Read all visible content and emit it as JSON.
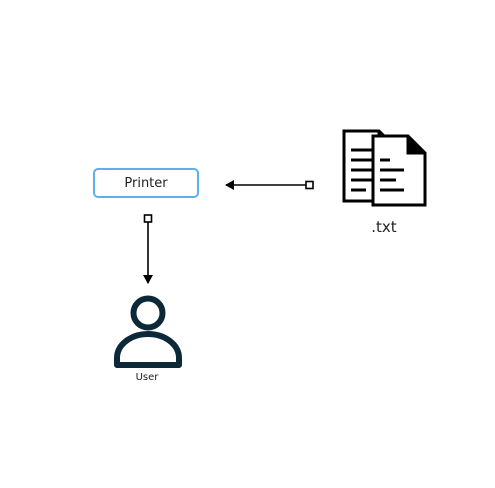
{
  "nodes": {
    "printer": {
      "label": "Printer"
    },
    "text_files": {
      "label": ".txt",
      "icon": "document-files-icon"
    },
    "user": {
      "label": "User",
      "icon": "user-icon"
    }
  },
  "edges": [
    {
      "from": ".txt",
      "to": "Printer"
    },
    {
      "from": "Printer",
      "to": "User"
    }
  ],
  "colors": {
    "printer_border": "#5cb1ec",
    "user_icon": "#0d2838",
    "connector": "#000000",
    "text": "#222222"
  }
}
